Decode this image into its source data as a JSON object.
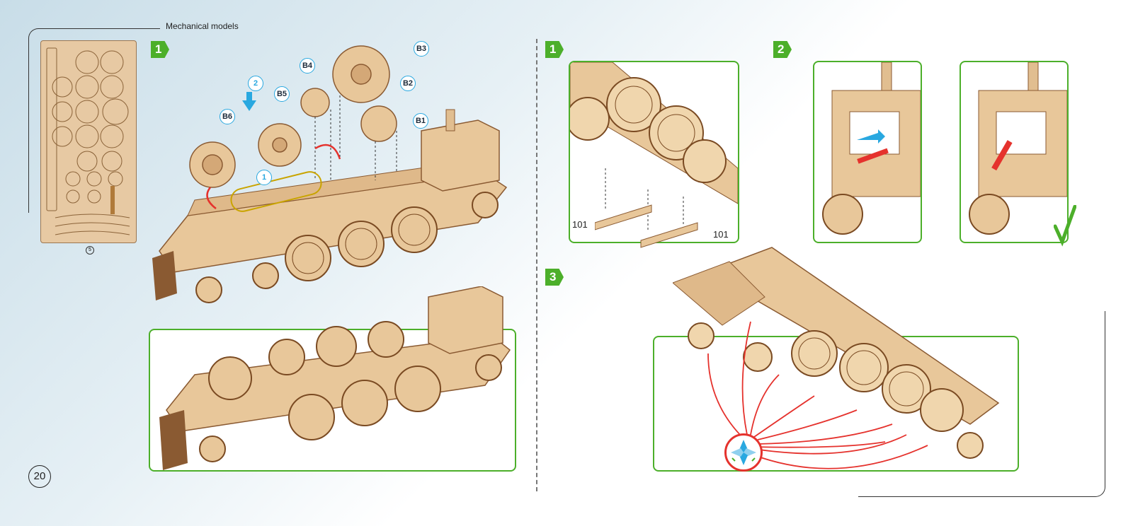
{
  "header": {
    "section_title": "Mechanical models"
  },
  "page": {
    "number": "20"
  },
  "sheet": {
    "marker": "5"
  },
  "left_panel": {
    "step": "1",
    "callouts": [
      "B6",
      "B5",
      "B4",
      "B3",
      "B2",
      "B1"
    ],
    "sub_steps": {
      "arrow_step": "2",
      "place_step": "1"
    }
  },
  "right_panel": {
    "steps": [
      "1",
      "2",
      "3"
    ],
    "part_labels": [
      "101",
      "101"
    ]
  },
  "colors": {
    "step_green": "#4caf2a",
    "callout_blue": "#29a8e0",
    "arrow_red": "#e5322d",
    "wood_light": "#e8c79a",
    "wood_dark": "#8a5a32"
  },
  "icons": [
    "down-arrow-icon",
    "rotate-arrow-icon",
    "check-icon",
    "gear-icon"
  ]
}
